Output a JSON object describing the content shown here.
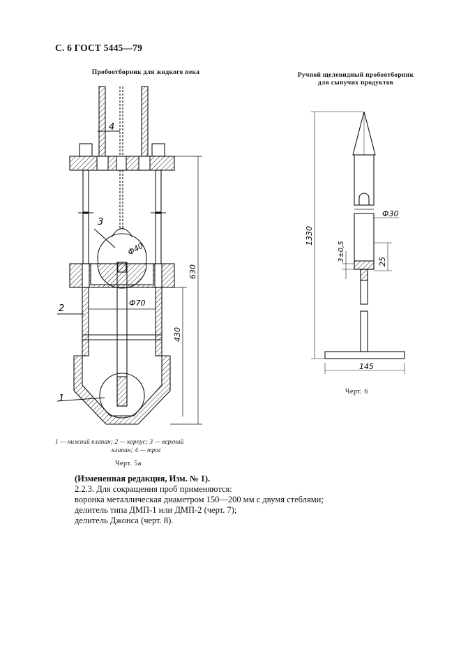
{
  "header": "С. 6 ГОСТ 5445—79",
  "figure_left": {
    "caption": "Пробоотборник для жидкого пека",
    "labels": {
      "part1": "1",
      "part2": "2",
      "part3": "3",
      "part4": "4",
      "diam40": "Ф40",
      "diam70": "Ф70",
      "dim430": "430",
      "dim630": "630"
    },
    "legend_line1": "1 — нижний клапан; 2 — корпус; 3 — верхний",
    "legend_line2": "клапан; 4 — трос",
    "label": "Черт. 5а"
  },
  "figure_right": {
    "caption_line1": "Ручной щелевидный пробоотборник",
    "caption_line2": "для сыпучих продуктов",
    "labels": {
      "diam30": "Ф30",
      "dim25": "25",
      "dim3": "3±0,5",
      "dim1330": "1330",
      "dim145": "145"
    },
    "label": "Черт. 6"
  },
  "body": {
    "edition_note": "(Измененная редакция, Изм. № 1).",
    "lines": [
      "2.2.3.  Для сокращения проб применяются:",
      "воронка металлическая диаметром 150—200 мм с двумя стеблями;",
      "делитель типа ДМП-1 или ДМП-2 (черт. 7);",
      "делитель Джонса (черт. 8)."
    ]
  }
}
